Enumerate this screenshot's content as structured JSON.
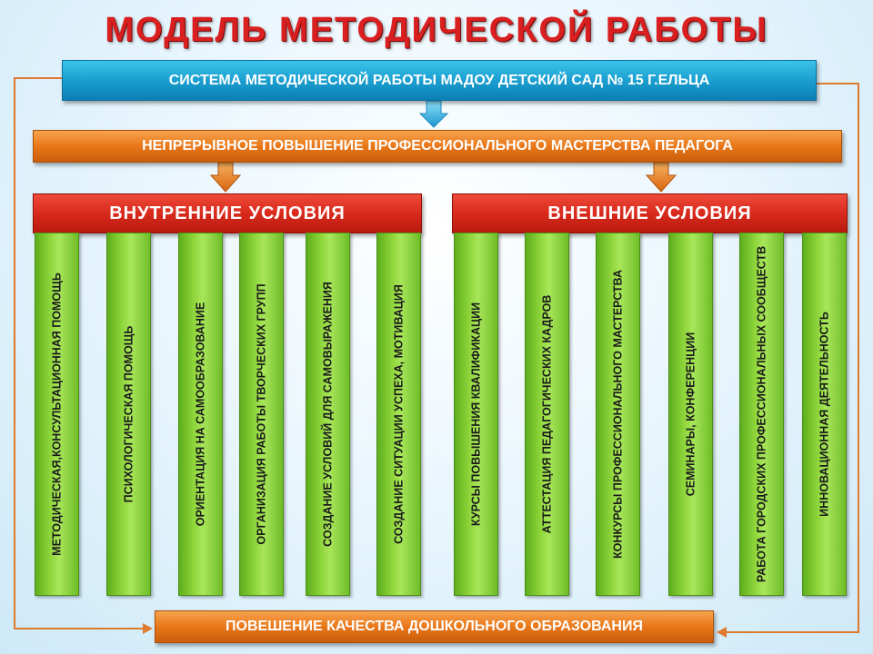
{
  "title": "МОДЕЛЬ МЕТОДИЧЕСКОЙ РАБОТЫ",
  "system": "СИСТЕМА МЕТОДИЧЕСКОЙ РАБОТЫ МАДОУ ДЕТСКИЙ САД № 15 Г.ЕЛЬЦА",
  "continuous": "НЕПРЕРЫВНОЕ ПОВЫШЕНИЕ ПРОФЕССИОНАЛЬНОГО МАСТЕРСТВА ПЕДАГОГА",
  "internal": {
    "title": "ВНУТРЕННИЕ УСЛОВИЯ",
    "items": [
      "МЕТОДИЧЕСКАЯ,КОНСУЛЬТАЦИОННАЯ ПОМОЩЬ",
      "ПСИХОЛОГИЧЕСКАЯ  ПОМОЩЬ",
      "ОРИЕНТАЦИЯ НА САМООБРАЗОВАНИЕ",
      "ОРГАНИЗАЦИЯ РАБОТЫ ТВОРЧЕСКИХ ГРУПП",
      "СОЗДАНИЕ УСЛОВИЙ ДЛЯ САМОВЫРАЖЕНИЯ",
      "СОЗДАНИЕ СИТУАЦИИ УСПЕХА, МОТИВАЦИЯ"
    ]
  },
  "external": {
    "title": "ВНЕШНИЕ УСЛОВИЯ",
    "items": [
      "КУРСЫ ПОВЫШЕНИЯ КВАЛИФИКАЦИИ",
      "АТТЕСТАЦИЯ ПЕДАГОГИЧЕСКИХ КАДРОВ",
      "КОНКУРСЫ ПРОФЕССИОНАЛЬНОГО МАСТЕРСТВА",
      "СЕМИНАРЫ, КОНФЕРЕНЦИИ",
      "РАБОТА ГОРОДСКИХ ПРОФЕССИОНАЛЬНЫХ  СООБЩЕСТВ",
      "ИННОВАЦИОННАЯ  ДЕЯТЕЛЬНОСТЬ"
    ]
  },
  "quality": "ПОВЕШЕНИЕ КАЧЕСТВА ДОШКОЛЬНОГО ОБРАЗОВАНИЯ",
  "colors": {
    "title": "#d91f1f",
    "system_bar": "#1a9fd0",
    "orange_bar": "#e97719",
    "red_header": "#d92a1c",
    "green_column": "#8fd63b",
    "connector": "#e07a2e"
  }
}
